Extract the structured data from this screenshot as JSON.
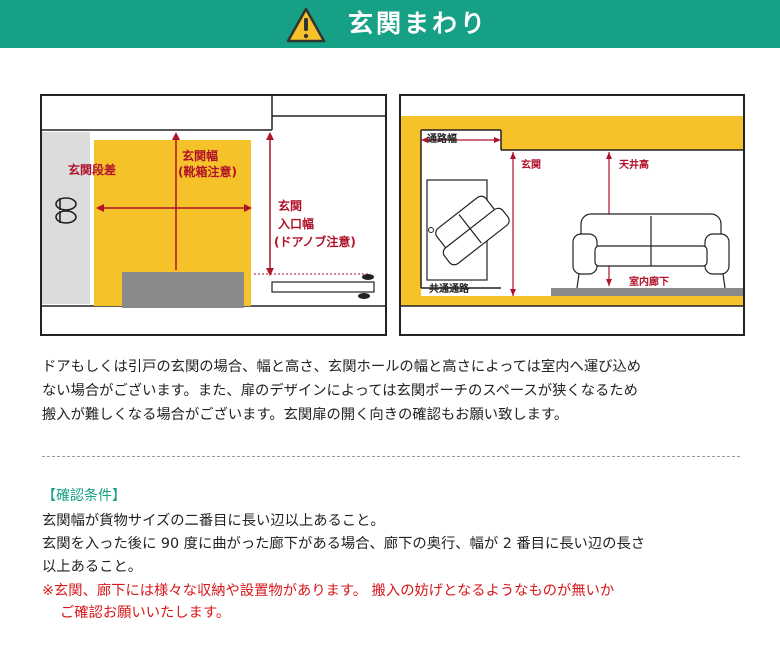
{
  "header": {
    "title": "玄関まわり",
    "warning_icon": "warning-triangle-icon",
    "bg_color": "#16a085"
  },
  "diagram_left": {
    "label_step": "玄関段差",
    "label_width_line1": "玄関幅",
    "label_width_line2": "(靴箱注意)",
    "label_entrance_line1": "玄関",
    "label_entrance_line2": "入口幅",
    "label_entrance_line3": "(ドアノブ注意)"
  },
  "diagram_right": {
    "label_passage": "通路幅",
    "label_entrance": "玄関",
    "label_ceiling": "天井高",
    "label_common": "共通通路",
    "label_corridor": "室内廊下"
  },
  "description": {
    "line1": "ドアもしくは引戸の玄関の場合、幅と高さ、玄関ホールの幅と高さによっては室内へ運び込め",
    "line2": "ない場合がございます。また、扉のデザインによっては玄関ポーチのスペースが狭くなるため",
    "line3": "搬入が難しくなる場合がございます。玄関扉の開く向きの確認もお願い致します。"
  },
  "conditions": {
    "heading": "【確認条件】",
    "line1": "玄関幅が貨物サイズの二番目に長い辺以上あること。",
    "line2": "玄関を入った後に 90 度に曲がった廊下がある場合、廊下の奥行、幅が 2 番目に長い辺の長さ",
    "line3": "以上あること。",
    "note_line1": "※玄関、廊下には様々な収納や設置物があります。 搬入の妨げとなるようなものが無いか",
    "note_line2": "ご確認お願いいたします。"
  },
  "colors": {
    "accent_yellow": "#f6c22a",
    "marker_red": "#b0122a",
    "note_red": "#d7181b",
    "teal": "#16a085"
  }
}
